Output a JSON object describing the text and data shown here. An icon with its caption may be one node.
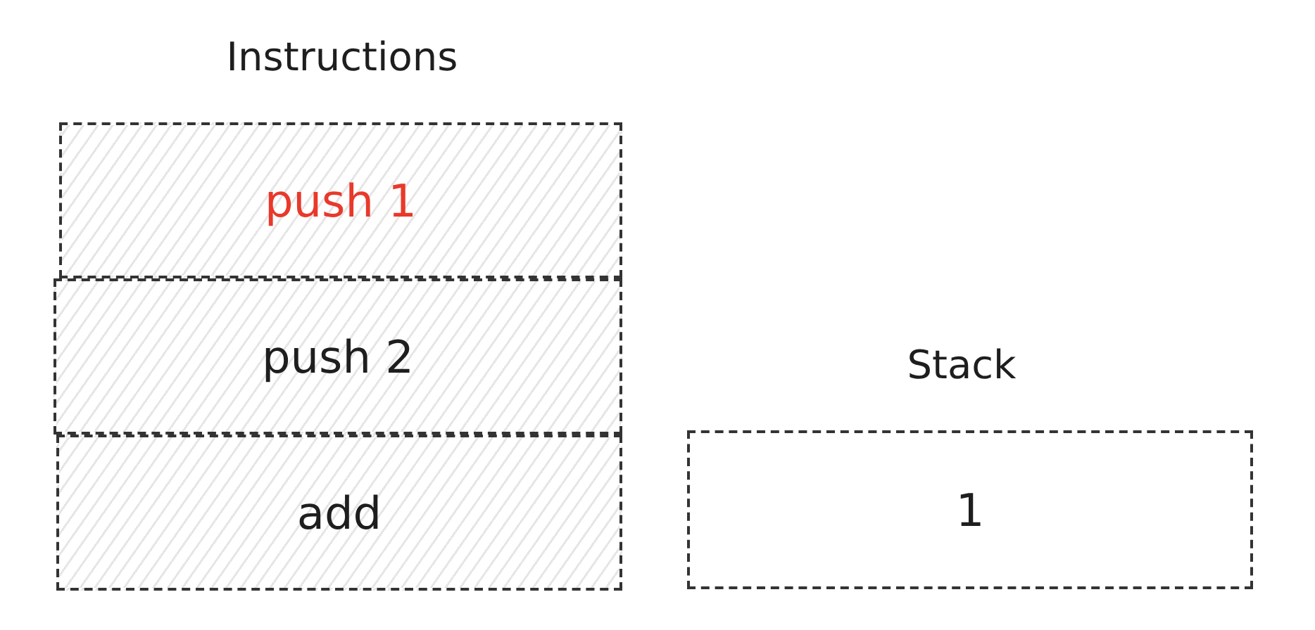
{
  "diagram": {
    "nodes": [
      {
        "text": [
          "push 1"
        ]
      },
      {
        "text": [
          "push 2"
        ]
      },
      {
        "text": [
          "add"
        ]
      },
      {
        "text": [
          "1"
        ]
      }
    ],
    "labels": [
      "Instructions",
      "Stack"
    ]
  }
}
